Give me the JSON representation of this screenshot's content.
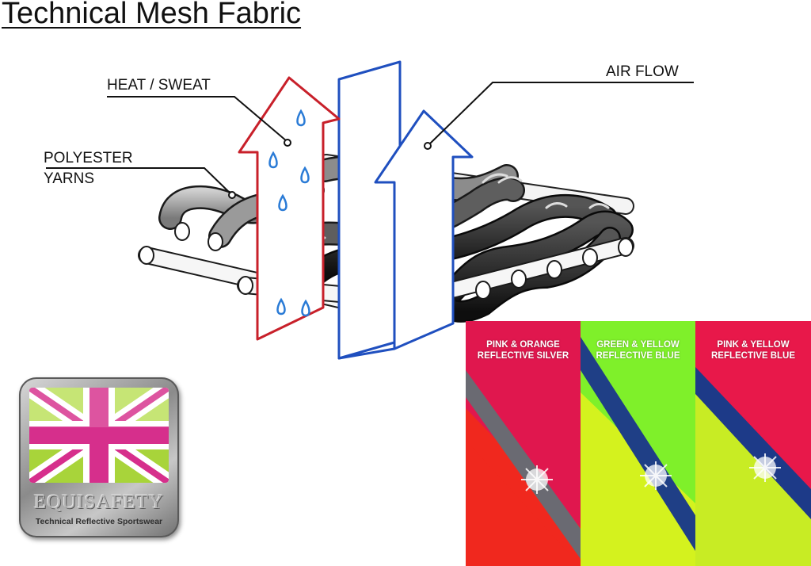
{
  "title": "Technical Mesh Fabric",
  "labels": {
    "heat_sweat": "HEAT / SWEAT",
    "air_flow": "AIR FLOW",
    "polyester_line1": "POLYESTER",
    "polyester_line2": "YARNS"
  },
  "colors": {
    "heat_arrow": "#c8202a",
    "air_arrow": "#1f4fbf",
    "droplet": "#2a7bd6"
  },
  "logo": {
    "name": "EQUISAFETY",
    "tagline": "Technical Reflective Sportswear"
  },
  "swatches": [
    {
      "line1": "PINK & ORANGE",
      "line2": "REFLECTIVE SILVER",
      "top_color": "#e0174e",
      "bottom_color": "#f0281e",
      "stripe_color": "#6a6a72"
    },
    {
      "line1": "GREEN & YELLOW",
      "line2": "REFLECTIVE BLUE",
      "top_color": "#7ff02a",
      "bottom_color": "#d4f21e",
      "stripe_color": "#1f3f86"
    },
    {
      "line1": "PINK & YELLOW",
      "line2": "REFLECTIVE BLUE",
      "top_color": "#e8184a",
      "bottom_color": "#c8ec24",
      "stripe_color": "#1d3a88"
    }
  ]
}
